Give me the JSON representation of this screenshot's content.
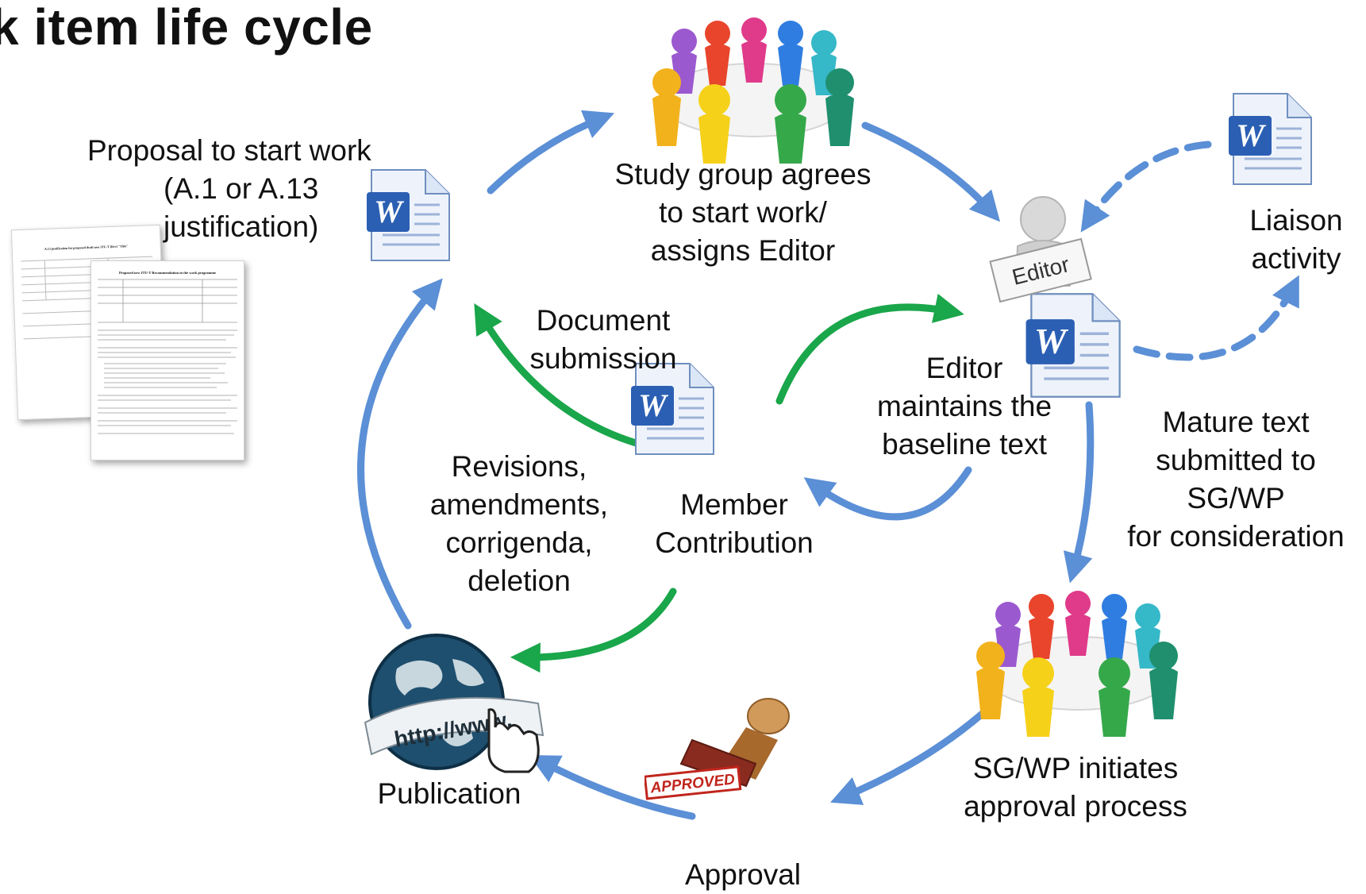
{
  "title": "k item life cycle",
  "colors": {
    "blue_arrow": "#5b8fd6",
    "green_arrow": "#1aa64a",
    "word_blue": "#2b5fb3"
  },
  "labels": {
    "proposal": [
      "Proposal to start work",
      "(A.1 or A.13",
      "justification)"
    ],
    "study_group": [
      "Study group agrees",
      "to start work/",
      "assigns Editor"
    ],
    "liaison": [
      "Liaison",
      "activity"
    ],
    "doc_submission": [
      "Document",
      "submission"
    ],
    "editor_maintains": [
      "Editor",
      "maintains the",
      "baseline text"
    ],
    "mature_text": [
      "Mature text",
      "submitted to",
      "SG/WP",
      "for consideration"
    ],
    "revisions": [
      "Revisions,",
      "amendments,",
      "corrigenda,",
      "deletion"
    ],
    "member": [
      "Member",
      "Contribution"
    ],
    "publication": "Publication",
    "sgwp_initiates": [
      "SG/WP initiates",
      "approval process"
    ],
    "approval": "Approval"
  },
  "icons": {
    "editor_sign": "Editor",
    "approved_stamp": "APPROVED",
    "globe_url": "http://www."
  },
  "doc_preview": {
    "back_title": "A.13 justification for proposed draft new ITU-T {Rec} \"Title\"",
    "front_title": "Proposed new ITU-T Recommendation in the work programme"
  }
}
